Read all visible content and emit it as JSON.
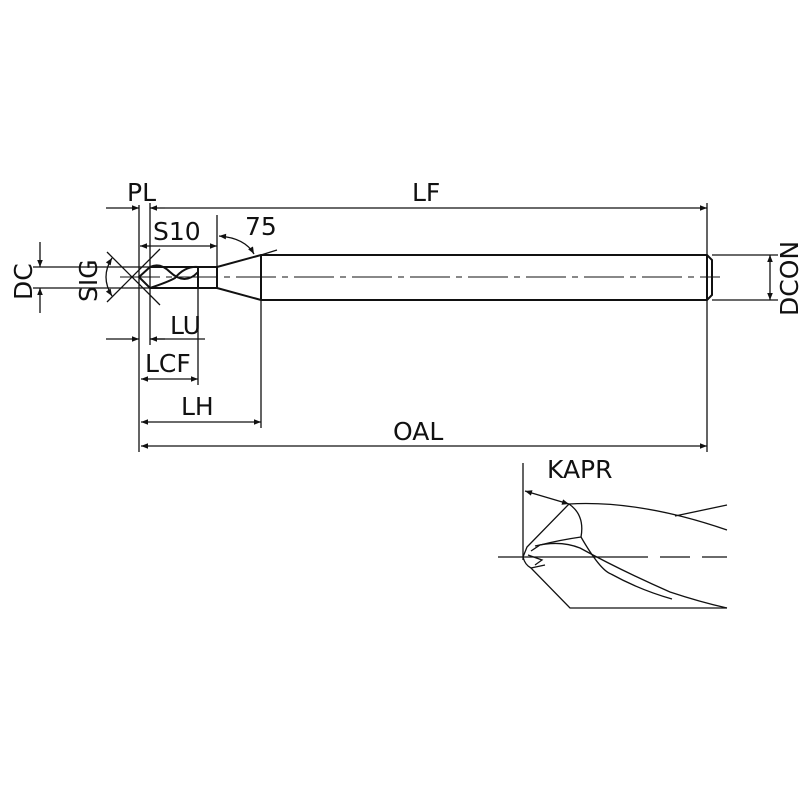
{
  "labels": {
    "pl": "PL",
    "lf": "LF",
    "s10": "S10",
    "angle75": "75",
    "dc": "DC",
    "sig": "SIG",
    "lu": "LU",
    "lcf": "LCF",
    "lh": "LH",
    "oal": "OAL",
    "dcon": "DCON",
    "kapr": "KAPR"
  }
}
